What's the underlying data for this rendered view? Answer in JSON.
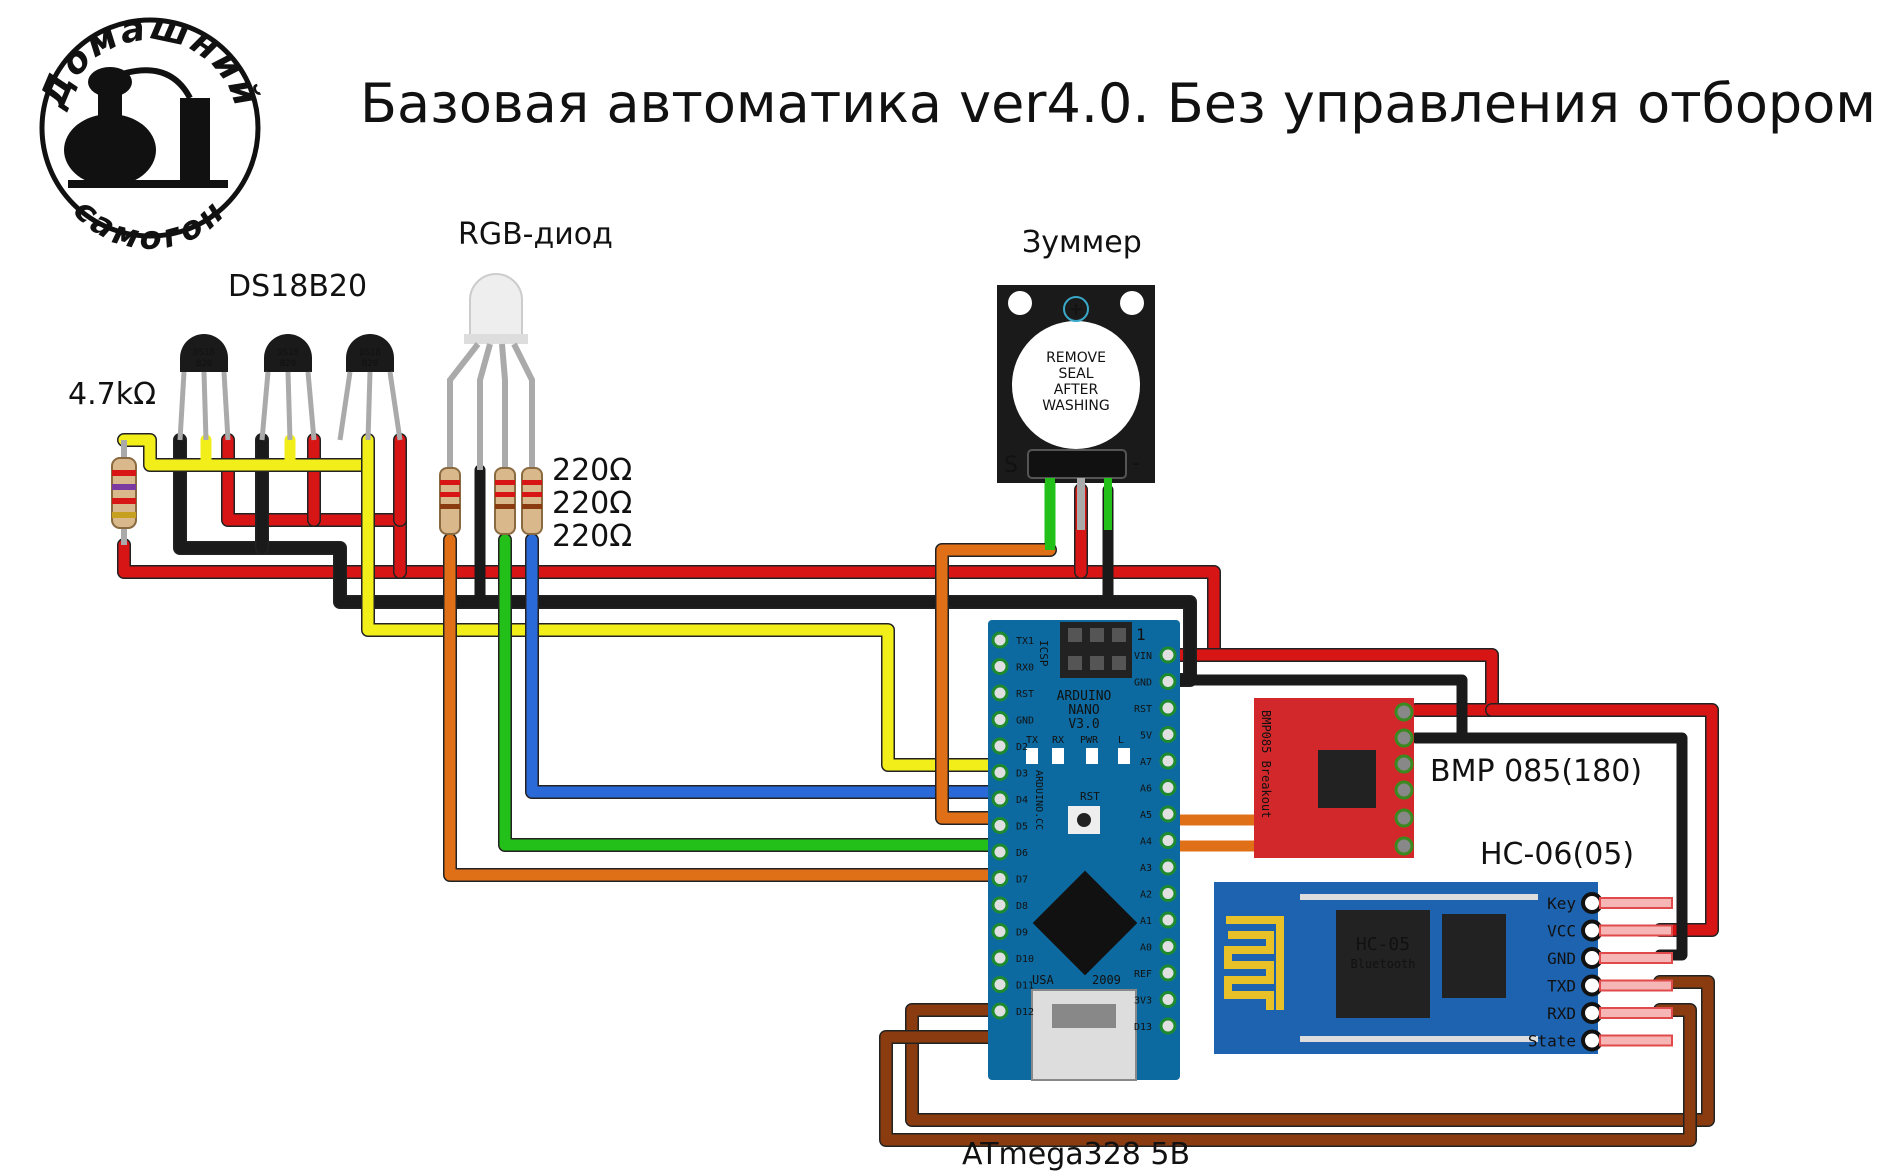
{
  "title": "Базовая автоматика ver4.0. Без управления отбором",
  "logo": {
    "top_text": "Домашний",
    "bottom_text": "самогон"
  },
  "labels": {
    "ds18b20": "DS18B20",
    "rgb_diode": "RGB-диод",
    "buzzer": "Зуммер",
    "pullup_resistor": "4.7kΩ",
    "r1": "220Ω",
    "r2": "220Ω",
    "r3": "220Ω",
    "bmp": "BMP 085(180)",
    "hc": "HC-06(05)",
    "mcu": "ATmega328 5B"
  },
  "sensor_chip_text": [
    "DS18",
    "B20"
  ],
  "buzzer_module": {
    "seal_lines": [
      "REMOVE",
      "SEAL",
      "AFTER",
      "WASHING"
    ],
    "pin_s": "S",
    "pin_minus": "-"
  },
  "arduino": {
    "name_lines": [
      "ARDUINO",
      "NANO",
      "V3.0"
    ],
    "icsp": "ICSP",
    "pin1": "1",
    "leds": [
      "TX",
      "RX",
      "PWR",
      "L"
    ],
    "rst": "RST",
    "usa": "USA",
    "year": "2009",
    "vendor": "ARDUINO.CC",
    "left_pins": [
      "TX1",
      "RX0",
      "RST",
      "GND",
      "D2",
      "D3",
      "D4",
      "D5",
      "D6",
      "D7",
      "D8",
      "D9",
      "D10",
      "D11",
      "D12"
    ],
    "right_pins": [
      "VIN",
      "GND",
      "RST",
      "5V",
      "A7",
      "A6",
      "A5",
      "A4",
      "A3",
      "A2",
      "A1",
      "A0",
      "REF",
      "3V3",
      "D13"
    ]
  },
  "bmp_board_text": "BMP085 Breakout",
  "hc_module": {
    "chip_name": "HC-05",
    "chip_sub": "Bluetooth",
    "pins": [
      "Key",
      "VCC",
      "GND",
      "TXD",
      "RXD",
      "State"
    ]
  },
  "colors": {
    "red": "#d81515",
    "black": "#1a1a1a",
    "yellow": "#f2ee1a",
    "orange": "#e07018",
    "green": "#22c018",
    "blue": "#2a6ad8",
    "brown": "#8a3c10",
    "arduino_blue": "#0d6aa0",
    "bmp_red": "#d3282b",
    "hc_blue": "#1d63b0"
  }
}
